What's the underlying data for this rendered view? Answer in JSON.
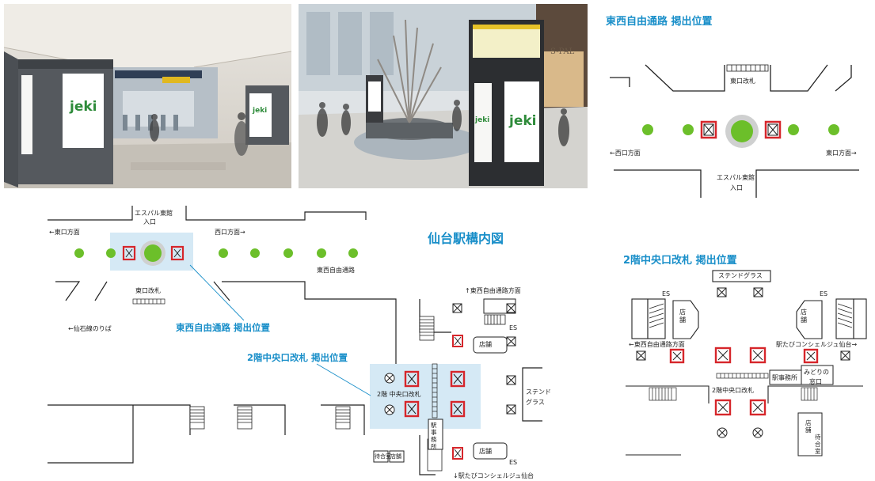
{
  "photos": {
    "brand_logo_text": "jeki",
    "sign_text": "S-PAL"
  },
  "upper_right_map": {
    "title": "東西自由通路 掲出位置",
    "gate": "東口改札",
    "west": "←西口方面",
    "east": "東口方面→",
    "entrance_line1": "エスパル東館",
    "entrance_line2": "入口"
  },
  "main_map": {
    "title": "仙台駅構内図",
    "entrance_line1": "エスパル東館",
    "entrance_line2": "入口",
    "east_dir": "←東口方面",
    "west_dir": "西口方面→",
    "free_passage": "東西自由通路",
    "east_gate": "東口改札",
    "senseki": "←仙石線のりば",
    "callout_1": "東西自由通路 掲出位置",
    "callout_2": "2階中央口改札 掲出位置",
    "central_gate": "2階 中央口改札",
    "north_dir": "↑東西自由通路方面",
    "es1": "ES",
    "shop1": "店舗",
    "stained_glass_1": "ステンド",
    "stained_glass_2": "グラス",
    "station_office": "駅事務所",
    "shop2": "店舗",
    "es2": "ES",
    "waiting": "待合室",
    "shop3": "店舗",
    "south_dir": "↓駅たびコンシェルジュ仙台"
  },
  "lower_right_map": {
    "title": "2階中央口改札 掲出位置",
    "stained_glass": "ステンドグラス",
    "es_left": "ES",
    "es_right": "ES",
    "shop_left": "店舗",
    "shop_right": "店舗",
    "west_dir": "←東西自由通路方面",
    "east_dir": "駅たびコンシェルジュ仙台→",
    "station_office": "駅事務所",
    "midori_1": "みどりの",
    "midori_2": "窓口",
    "gate": "2階中央口改札",
    "shop_waiting_1": "店舗",
    "shop_waiting_2": "待合室"
  },
  "colors": {
    "accent_blue": "#1a8fc9",
    "highlight_bg": "#d5e9f5",
    "tree_green": "#6cbf2a",
    "signage_red": "#d6262b",
    "logo_green": "#2e8b3a"
  }
}
